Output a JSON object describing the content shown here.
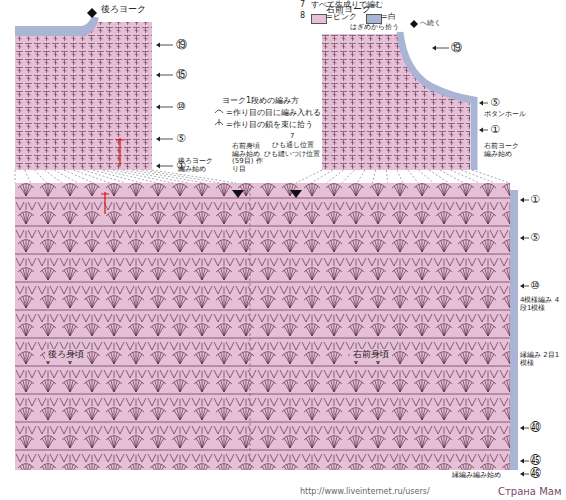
{
  "diagram": {
    "nodes": [
      {
        "text": [
          "後ろヨーク"
        ]
      },
      {
        "text": [
          "右前ヨーク"
        ]
      },
      {
        "text": [
          "後ろ身頃",
          "右前身頃"
        ]
      }
    ],
    "labels": [
      "7",
      "すべて生成りで編む",
      "8",
      "⑲",
      "⑮",
      "⑩",
      "⑤",
      "①",
      "ヨーク1段めの編み方",
      "=作り目の目に編み入れる",
      "=作り目の鎖を束に拾う",
      "後ろヨーク 編み始め",
      "右前身頃 編み始め (59目) 作り目",
      "7",
      "ひも通し位置",
      "ひも縫いつけ位置",
      "はぎめから拾う",
      "へ続く",
      "⑲",
      "⑤",
      "ボタンホール",
      "①",
      "右前ヨーク 編み始め",
      "①",
      "⑤",
      "⑩",
      "4模様編み 4段1模様",
      "縁編み 2目1模様",
      "㊵",
      "㊺",
      "㊻",
      "縁編み編み始め",
      "http://www.liveinternet.ru/users/",
      "Страна Мам"
    ],
    "legend": [
      {
        "text": "=ピンク",
        "color": "#e6c0d6"
      },
      {
        "text": "=白",
        "color": "#aab4d4"
      }
    ]
  }
}
